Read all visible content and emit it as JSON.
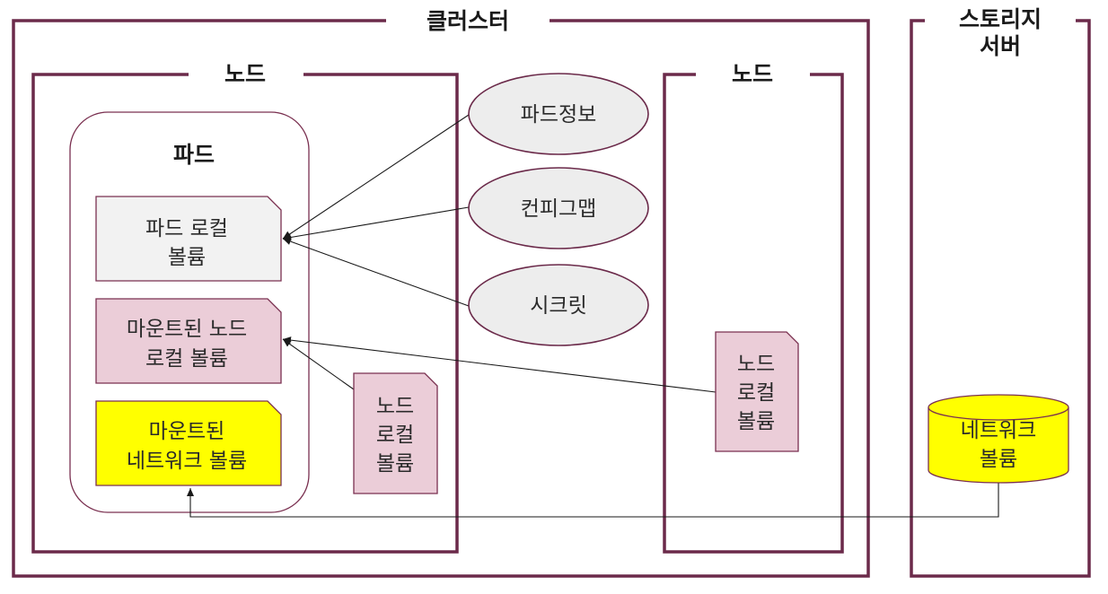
{
  "cluster": {
    "title": "클러스터"
  },
  "storage_server": {
    "title_line1": "스토리지",
    "title_line2": "서버"
  },
  "node_left": {
    "title": "노드"
  },
  "node_right": {
    "title": "노드"
  },
  "pod": {
    "title": "파드"
  },
  "resources": {
    "pod_info": "파드정보",
    "configmap": "컨피그맵",
    "secret": "시크릿"
  },
  "volumes": {
    "pod_local": {
      "line1": "파드 로컬",
      "line2": "볼륨"
    },
    "mounted_node_local": {
      "line1": "마운트된 노드",
      "line2": "로컬 볼륨"
    },
    "mounted_network": {
      "line1": "마운트된",
      "line2": "네트워크 볼륨"
    },
    "node_local_left": {
      "line1": "노드",
      "line2": "로컬",
      "line3": "볼륨"
    },
    "node_local_right": {
      "line1": "노드",
      "line2": "로컬",
      "line3": "볼륨"
    },
    "network_volume": {
      "line1": "네트워크",
      "line2": "볼륨"
    }
  },
  "colors": {
    "frame": "#6b2a4a",
    "pink_volume": "#ebcdd8",
    "yellow_volume": "#ffff00",
    "grey_fill": "#ededed"
  }
}
